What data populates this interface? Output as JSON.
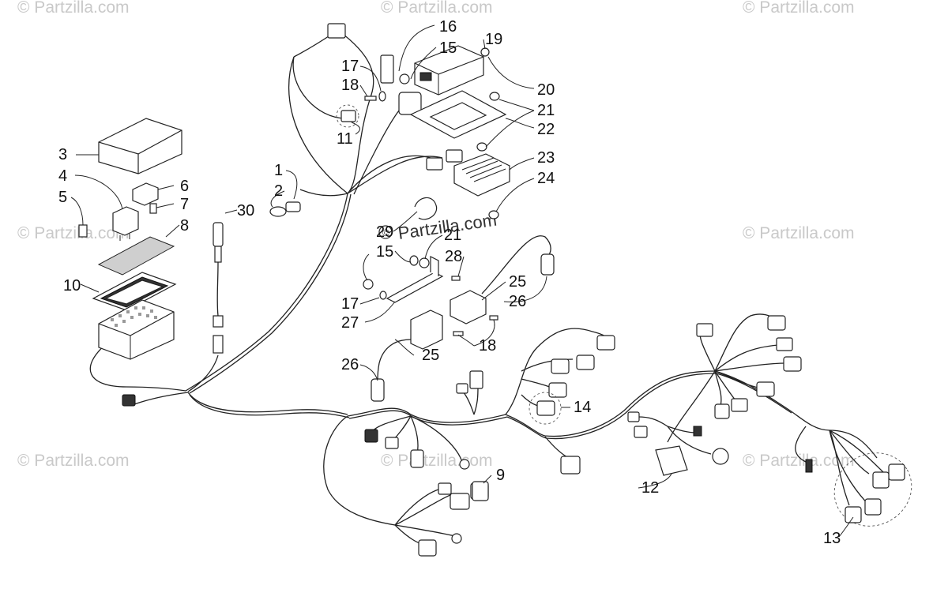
{
  "watermarks": [
    "© Partzilla.com",
    "© Partzilla.com",
    "© Partzilla.com",
    "© Partzilla.com",
    "© Partzilla.com",
    "© Partzilla.com",
    "© Partzilla.com",
    "© Partzilla.com"
  ],
  "watermark_center": "Partzilla.com",
  "callouts": {
    "c1": "1",
    "c2": "2",
    "c3": "3",
    "c4": "4",
    "c5": "5",
    "c6": "6",
    "c7": "7",
    "c8": "8",
    "c9": "9",
    "c10": "10",
    "c11": "11",
    "c12": "12",
    "c13": "13",
    "c14": "14",
    "c15a": "15",
    "c15b": "15",
    "c16": "16",
    "c17a": "17",
    "c17b": "17",
    "c18a": "18",
    "c18b": "18",
    "c19": "19",
    "c20": "20",
    "c21a": "21",
    "c21b": "21",
    "c22": "22",
    "c23": "23",
    "c24": "24",
    "c25a": "25",
    "c25b": "25",
    "c26a": "26",
    "c26b": "26",
    "c27": "27",
    "c28": "28",
    "c29": "29",
    "c30": "30"
  }
}
